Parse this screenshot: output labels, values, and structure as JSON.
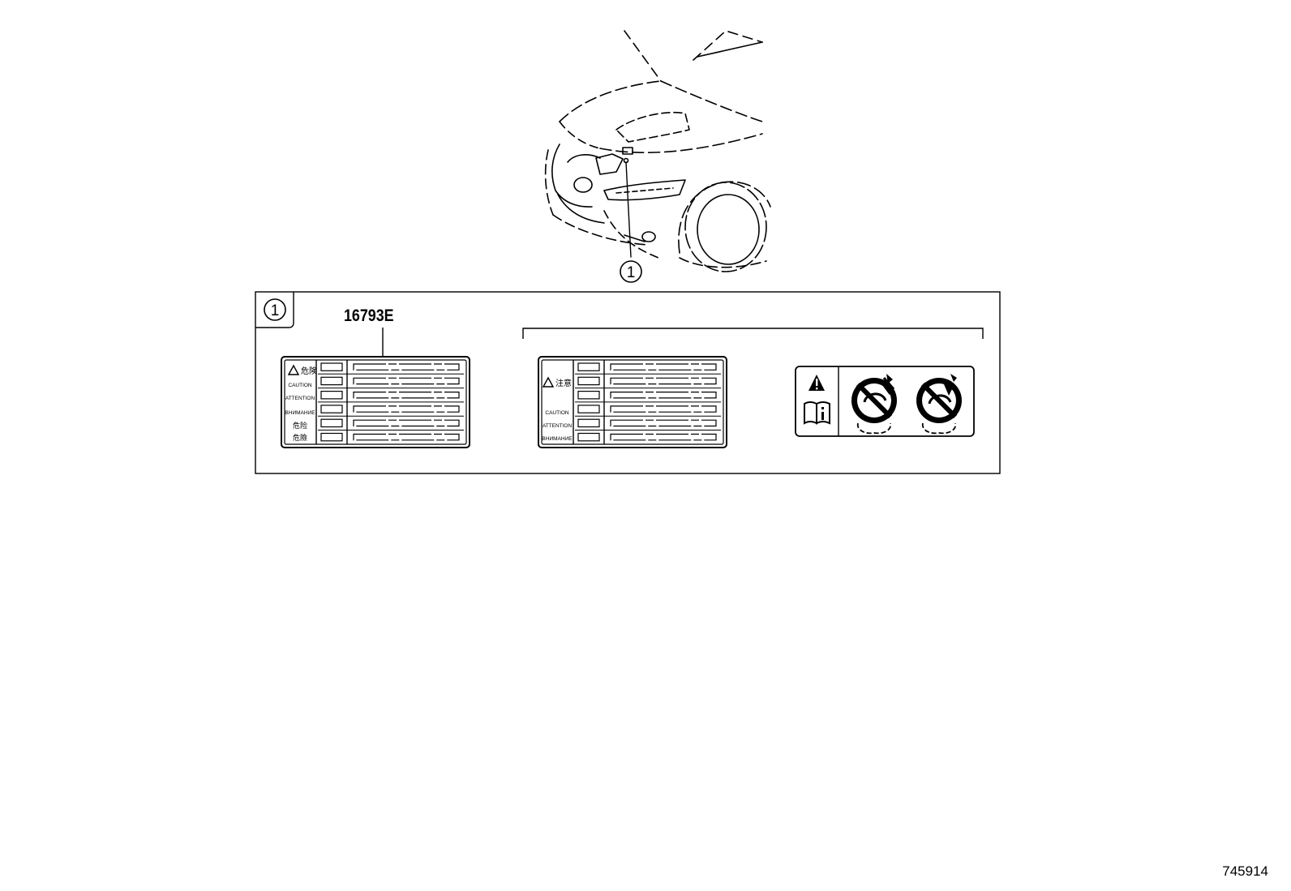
{
  "callout": {
    "number": "1"
  },
  "detail_box": {
    "index": "1",
    "part_number": "16793E"
  },
  "label_a": {
    "rows": [
      "危険",
      "CAUTION",
      "ATTENTION",
      "ВНИМАНИЕ",
      "危险",
      "危險"
    ]
  },
  "label_b": {
    "rows": [
      "注意",
      "CAUTION",
      "ATTENTION",
      "ВНИМАНИЕ"
    ]
  },
  "pictogram_label": {
    "icons": [
      "warning-triangle-icon",
      "manual-book-icon",
      "no-open-cap-hot-icon",
      "no-touch-cap-icon"
    ]
  },
  "illustration_id": "745914"
}
